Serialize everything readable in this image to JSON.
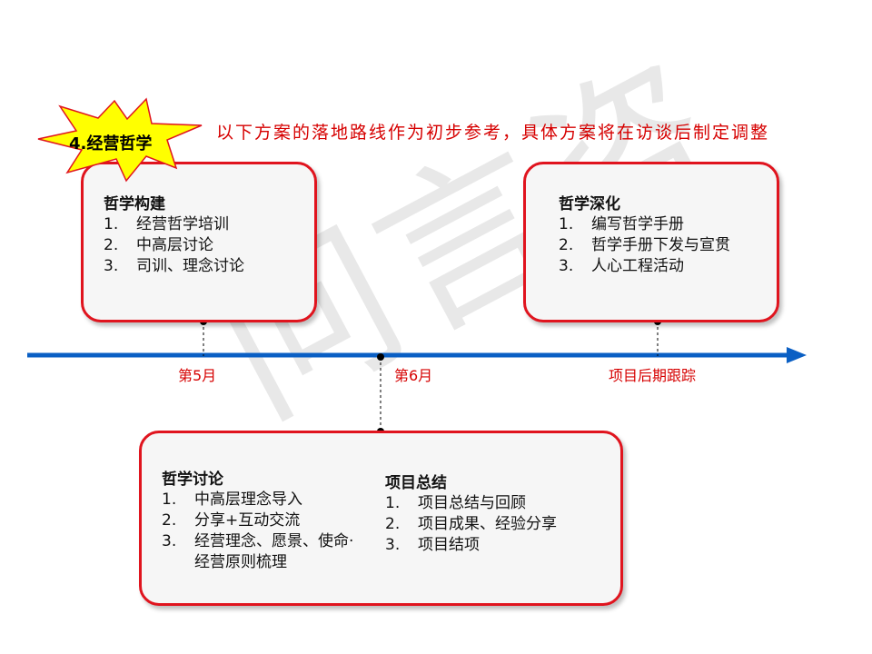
{
  "watermark": "问言咨",
  "note": "以下方案的落地路线作为初步参考，具体方案将在访谈后制定调整",
  "badge": {
    "label": "4.经营哲学",
    "fill": "#ffff00",
    "stroke": "#e0141e"
  },
  "colors": {
    "box_border": "#e0141e",
    "timeline": "#0a5fc4",
    "label": "#d60000"
  },
  "boxes": {
    "build": {
      "title": "哲学构建",
      "items": [
        {
          "num": "1.",
          "text": "经营哲学培训"
        },
        {
          "num": "2.",
          "text": "中高层讨论"
        },
        {
          "num": "3.",
          "text": "司训、理念讨论"
        }
      ]
    },
    "deepen": {
      "title": "哲学深化",
      "items": [
        {
          "num": "1.",
          "text": "编写哲学手册"
        },
        {
          "num": "2.",
          "text": "哲学手册下发与宣贯"
        },
        {
          "num": "3.",
          "text": "人心工程活动"
        }
      ]
    },
    "discuss": {
      "title": "哲学讨论",
      "items": [
        {
          "num": "1.",
          "text": "中高层理念导入"
        },
        {
          "num": "2.",
          "text": "分享+互动交流"
        },
        {
          "num": "3.",
          "text": "经营理念、愿景、使命·经营原则梳理"
        }
      ]
    },
    "summary": {
      "title": "项目总结",
      "items": [
        {
          "num": "1.",
          "text": "项目总结与回顾"
        },
        {
          "num": "2.",
          "text": "项目成果、经验分享"
        },
        {
          "num": "3.",
          "text": "项目结项"
        }
      ]
    }
  },
  "timeline": {
    "labels": [
      "第5月",
      "第6月",
      "项目后期跟踪"
    ]
  }
}
